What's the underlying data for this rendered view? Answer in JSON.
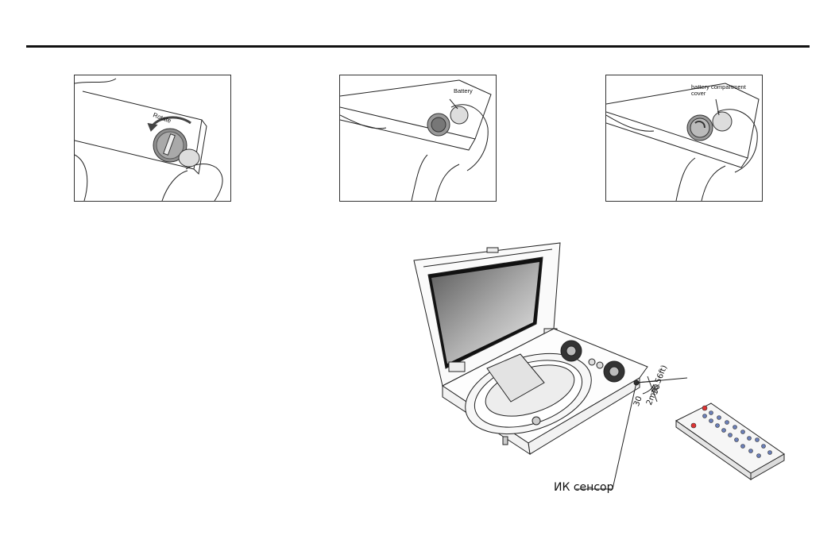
{
  "panels": [
    {
      "caption": "Rotate"
    },
    {
      "caption": "Battery"
    },
    {
      "caption_line1": "battery compartment",
      "caption_line2": "cover"
    }
  ],
  "diagram": {
    "ir_sensor_label": "ИК сенсор",
    "angle_left": "30",
    "angle_right": "30",
    "distance": "2m(6.56ft)"
  }
}
